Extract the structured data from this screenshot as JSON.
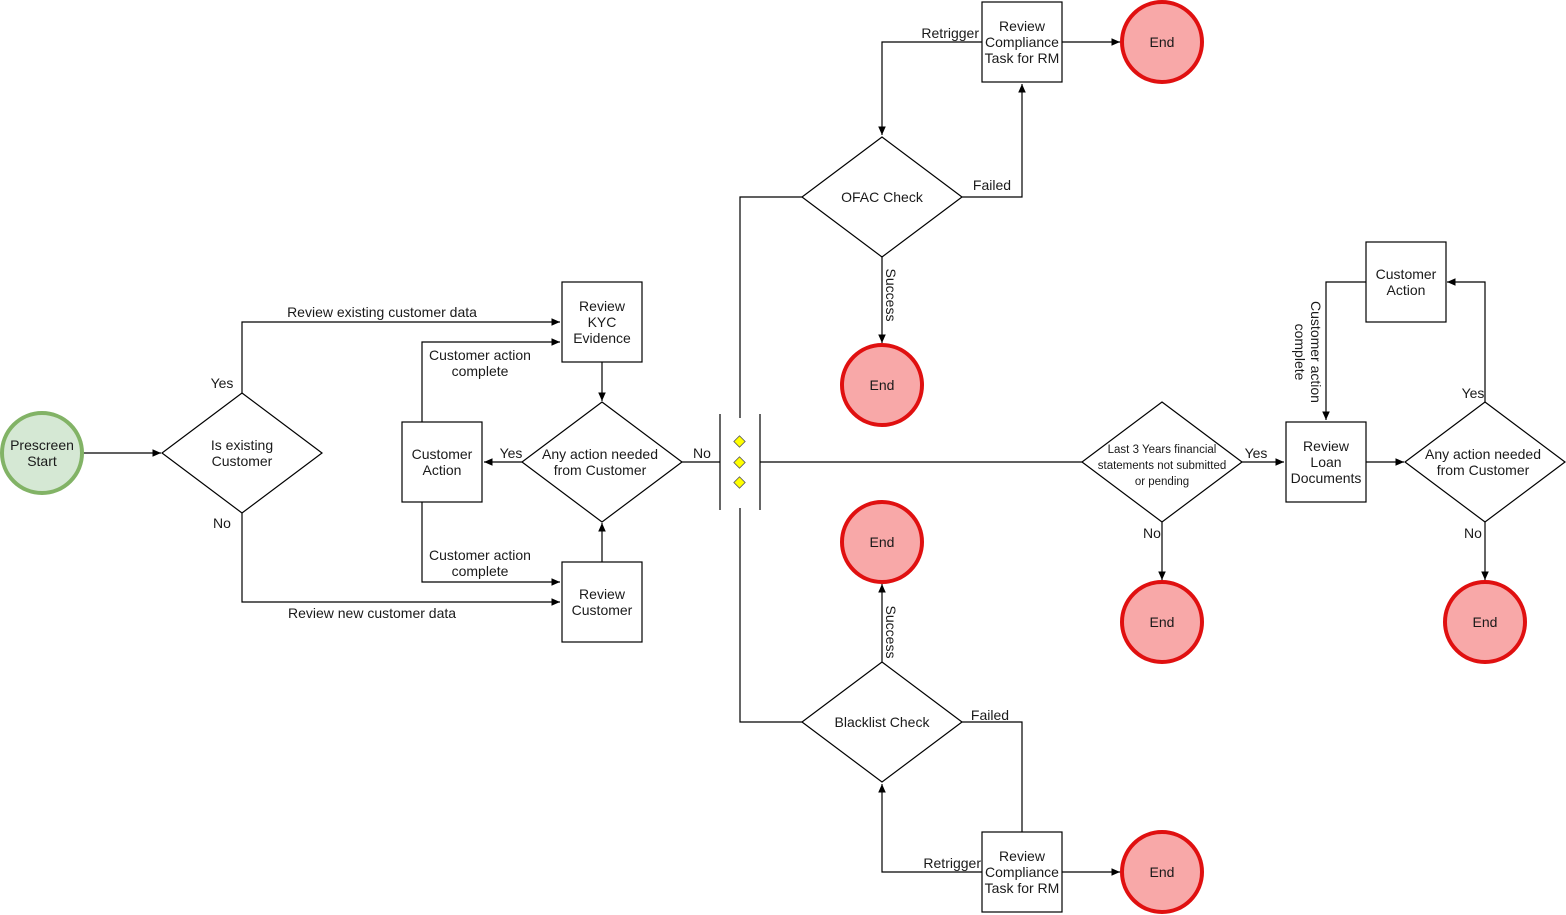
{
  "colors": {
    "start_fill": "#d5e8d4",
    "start_stroke": "#82b366",
    "end_fill": "#f8a8a8",
    "end_stroke": "#e01010",
    "gateway_marker": "#ffff00"
  },
  "nodes": {
    "start": "Prescreen\nStart",
    "is_existing": "Is existing\nCustomer",
    "review_kyc": "Review\nKYC\nEvidence",
    "review_customer": "Review\nCustomer",
    "customer_action_left": "Customer\nAction",
    "any_action_left": "Any action needed\nfrom Customer",
    "ofac_check": "OFAC Check",
    "blacklist_check": "Blacklist Check",
    "review_compliance_top": "Review\nCompliance\nTask for RM",
    "review_compliance_bottom": "Review\nCompliance\nTask for RM",
    "financial_check": "Last 3 Years financial\nstatements not submitted\nor pending",
    "review_loan": "Review\nLoan\nDocuments",
    "any_action_right": "Any action needed\nfrom Customer",
    "customer_action_right": "Customer\nAction",
    "end_label": "End"
  },
  "edges": {
    "yes": "Yes",
    "no": "No",
    "review_existing": "Review existing customer data",
    "review_new": "Review new customer data",
    "customer_action_complete": "Customer action\ncomplete",
    "retrigger": "Retrigger",
    "failed": "Failed",
    "success": "Success"
  }
}
